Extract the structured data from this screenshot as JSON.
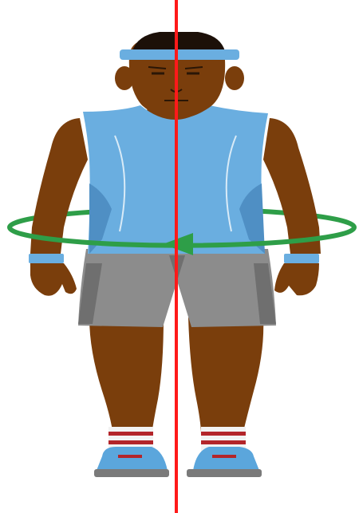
{
  "figure": {
    "subject_icon": "standing-athlete-front-view",
    "axis_icon": "vertical-axis-line",
    "rotation_icon": "rotation-arrow-ellipse",
    "rotation_direction": "counterclockwise-front-pass-right-to-left"
  },
  "colors": {
    "skin": "#7a3e0c",
    "skin_shadow": "#5e2f08",
    "hair": "#1c1008",
    "headband": "#6aaee0",
    "tank_top": "#6aaee0",
    "tank_top_shade": "#4f8fc4",
    "shorts": "#8c8c8c",
    "shorts_shade": "#6f6f6f",
    "sock_white": "#f2f2f2",
    "sock_stripe": "#b3252a",
    "shoe": "#5ba6dc",
    "sole": "#7a7a7a",
    "axis_line": "#ff1a1a",
    "rotation_arrow": "#2e9e48"
  }
}
